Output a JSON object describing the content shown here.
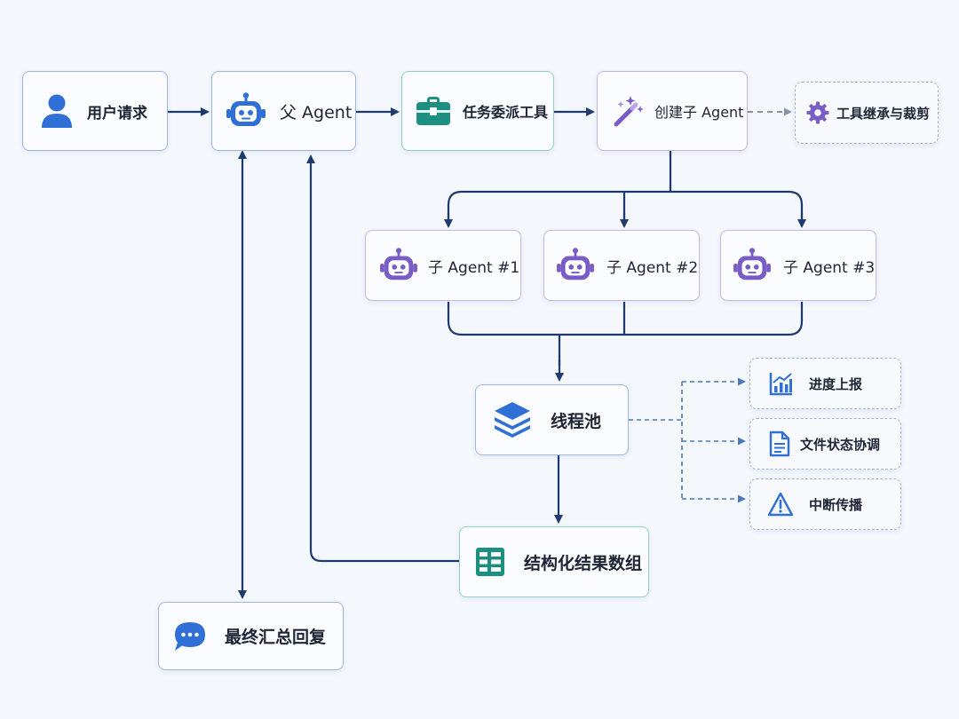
{
  "nodes": {
    "user_request": "用户请求",
    "parent_agent": "父 Agent",
    "task_tool": "任务委派工具",
    "create_child": "创建子 Agent",
    "tool_inherit": "工具继承与裁剪",
    "child1": "子 Agent #1",
    "child2": "子 Agent #2",
    "child3": "子 Agent #3",
    "thread_pool": "线程池",
    "progress": "进度上报",
    "file_state": "文件状态协调",
    "interrupt": "中断传播",
    "results": "结构化结果数组",
    "final_reply": "最终汇总回复"
  },
  "icons": {
    "user_request": "user-icon",
    "parent_agent": "robot-icon",
    "task_tool": "toolbox-icon",
    "create_child": "magic-wand-icon",
    "tool_inherit": "gear-icon",
    "child_agent": "robot-icon",
    "thread_pool": "layers-icon",
    "progress": "chart-icon",
    "file_state": "document-icon",
    "interrupt": "warning-icon",
    "results": "table-icon",
    "final_reply": "chat-bubble-icon"
  },
  "colors": {
    "blue": "#2f6fd6",
    "teal": "#1d8f80",
    "purple": "#7a5cc6",
    "arrow": "#1e3a6e",
    "dashed_arrow": "#4a78b8",
    "gray_dashed": "#8a93a3"
  }
}
